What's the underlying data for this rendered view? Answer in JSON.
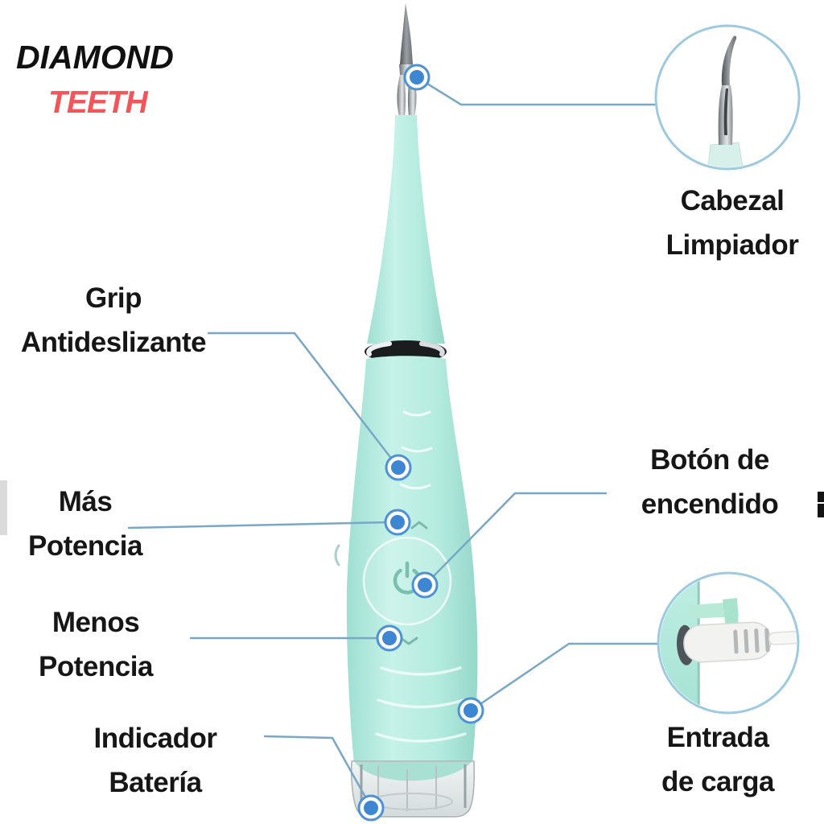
{
  "brand": {
    "title": "DIAMOND",
    "subtitle": "TEETH"
  },
  "callouts": {
    "cabezal_limpiador": {
      "line1": "Cabezal",
      "line2": "Limpiador"
    },
    "grip_antideslizante": {
      "line1": "Grip",
      "line2": "Antideslizante"
    },
    "mas_potencia": {
      "line1": "Más",
      "line2": "Potencia"
    },
    "menos_potencia": {
      "line1": "Menos",
      "line2": "Potencia"
    },
    "indicador_bateria": {
      "line1": "Indicador",
      "line2": "Batería"
    },
    "boton_encendido": {
      "line1": "Botón de",
      "line2": "encendido"
    },
    "entrada_carga": {
      "line1": "Entrada",
      "line2": "de carga"
    }
  },
  "product": {
    "type": "electric-dental-scaler",
    "features": [
      "cleaning-head",
      "anti-slip-grip",
      "more-power-button",
      "power-button",
      "less-power-button",
      "battery-indicator",
      "charging-port"
    ]
  },
  "colors": {
    "brand-black": "#111111",
    "brand-red": "#f2555a",
    "label-text": "#161616",
    "line-color": "#79a7c6",
    "dot-fill": "#3c86d2",
    "dot-ring": "#4e92d4",
    "inset-border": "#9ecadf",
    "device-mint": "#b4ebdf",
    "background": "#ffffff"
  }
}
